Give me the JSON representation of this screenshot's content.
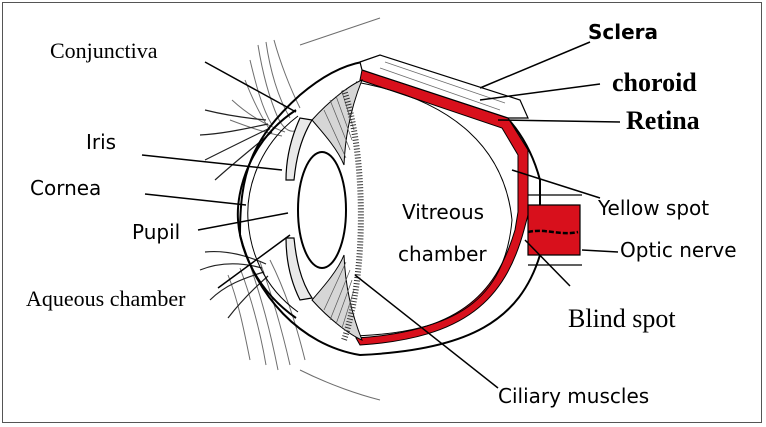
{
  "labels": {
    "sclera": "Sclera",
    "choroid": "choroid",
    "retina": "Retina",
    "conjunctiva": "Conjunctiva",
    "iris": "Iris",
    "cornea": "Cornea",
    "pupil": "Pupil",
    "aqueous_chamber": "Aqueous chamber",
    "vitreous_chamber_line1": "Vitreous",
    "vitreous_chamber_line2": "chamber",
    "yellow_spot": "Yellow spot",
    "optic_nerve": "Optic nerve",
    "blind_spot": "Blind spot",
    "ciliary_muscles": "Ciliary muscles"
  },
  "colors": {
    "choroid_red": "#d8101c",
    "line": "#000000",
    "sketch": "#6e6e6e"
  }
}
